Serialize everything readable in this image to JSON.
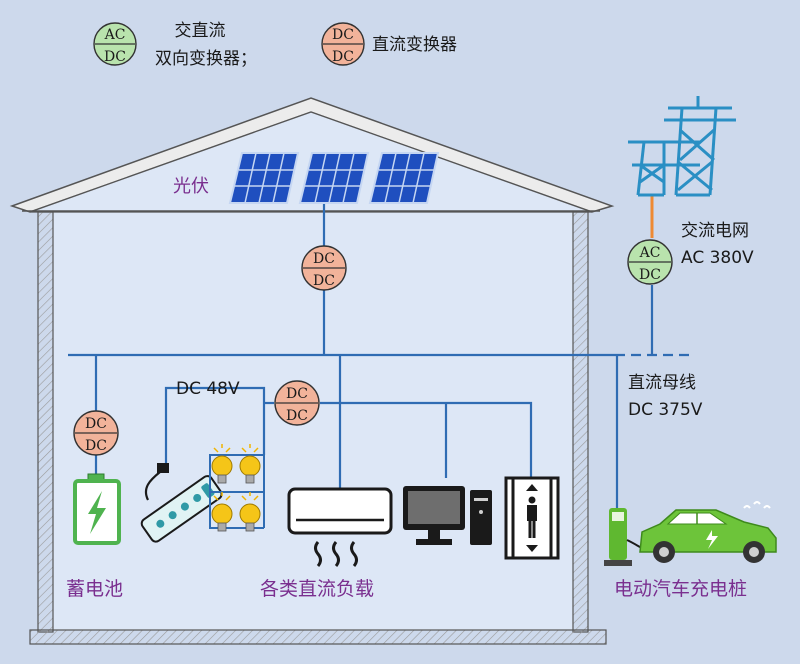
{
  "legend": {
    "acdc_line1": "交直流",
    "acdc_line2": "双向变换器；",
    "dcdc": "直流变换器"
  },
  "converter": {
    "ac": "AC",
    "dc": "DC"
  },
  "labels": {
    "pv": "光伏",
    "grid": "交流电网",
    "grid_voltage": "AC 380V",
    "bus": "直流母线",
    "bus_voltage": "DC 375V",
    "dc48": "DC 48V",
    "battery": "蓄电池",
    "loads": "各类直流负载",
    "ev": "电动汽车充电桩"
  },
  "colors": {
    "wire": "#2f6cb3",
    "acdc_fill": "#b9e3ad",
    "dcdc_fill": "#f2b39a",
    "wall": "#f3f3f3",
    "interior": "#dde7f6",
    "label_purple": "#7a2f8f",
    "tower": "#2a8fc4",
    "car": "#6dc43a"
  }
}
